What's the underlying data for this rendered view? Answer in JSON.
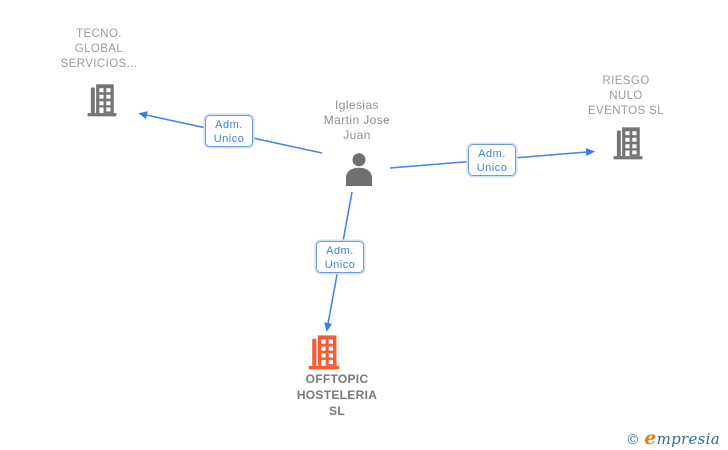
{
  "person": {
    "name": "Iglesias Martin Jose Juan",
    "lines": [
      "Iglesias",
      "Martin Jose",
      "Juan"
    ]
  },
  "companies": [
    {
      "id": "tecno",
      "lines": [
        "TECNO.",
        "GLOBAL",
        "SERVICIOS..."
      ]
    },
    {
      "id": "riesgo",
      "lines": [
        "RIESGO",
        "NULO",
        "EVENTOS SL"
      ]
    },
    {
      "id": "offtopic",
      "lines": [
        "OFFTOPIC",
        "HOSTELERIA",
        "SL"
      ]
    }
  ],
  "edges": [
    {
      "from": "person",
      "to": "tecno",
      "label_lines": [
        "Adm.",
        "Unico"
      ]
    },
    {
      "from": "person",
      "to": "riesgo",
      "label_lines": [
        "Adm.",
        "Unico"
      ]
    },
    {
      "from": "person",
      "to": "offtopic",
      "label_lines": [
        "Adm.",
        "Unico"
      ]
    }
  ],
  "watermark": {
    "copyright": "©",
    "brand_first": "e",
    "brand_rest": "mpresia"
  },
  "colors": {
    "edge_blue": "#4a86e0",
    "edge_label_text": "#3d7fd9",
    "company_icon_gray": "#757575",
    "highlight_icon_orange": "#f85c35",
    "company_text_gray": "#9a9a9a"
  }
}
